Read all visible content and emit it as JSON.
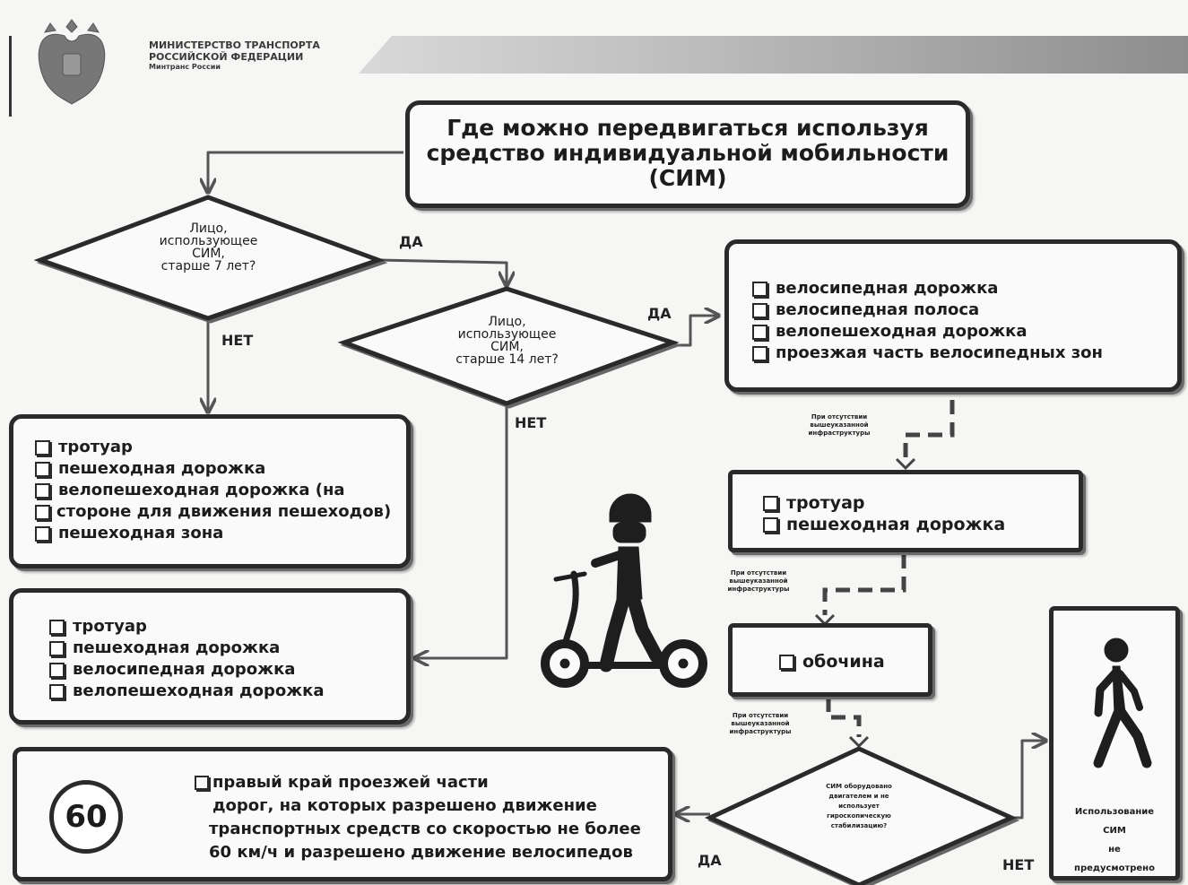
{
  "header": {
    "ministry_line1": "МИНИСТЕРСТВО ТРАНСПОРТА",
    "ministry_line2": "РОССИЙСКОЙ ФЕДЕРАЦИИ",
    "ministry_line3": "Минтранс России"
  },
  "title": {
    "line1": "Где можно передвигаться используя",
    "line2": "средство индивидуальной мобильности",
    "line3": "(СИМ)"
  },
  "decisions": {
    "age7": {
      "l1": "Лицо,",
      "l2": "использующее",
      "l3": "СИМ,",
      "l4": "старше 7 лет?"
    },
    "age14": {
      "l1": "Лицо,",
      "l2": "использующее",
      "l3": "СИМ,",
      "l4": "старше 14 лет?"
    },
    "engine": {
      "l1": "СИМ оборудовано",
      "l2": "двигателем и не",
      "l3": "использует",
      "l4": "гироскопическую",
      "l5": "стабилизацию?"
    }
  },
  "labels": {
    "yes": "ДА",
    "no": "НЕТ",
    "absent_line1": "При отсутствии",
    "absent_line2": "вышеуказанной",
    "absent_line3": "инфраструктуры"
  },
  "boxes": {
    "under7": [
      "тротуар",
      "пешеходная дорожка",
      "велопешеходная дорожка (на",
      "стороне для движения пешеходов)",
      "пешеходная зона"
    ],
    "age7to14": [
      "тротуар",
      "пешеходная дорожка",
      "велосипедная дорожка",
      "велопешеходная дорожка"
    ],
    "over14": [
      "велосипедная дорожка",
      "велосипедная полоса",
      "велопешеходная дорожка",
      "проезжая часть велосипедных зон"
    ],
    "fallback1": [
      "тротуар",
      "пешеходная дорожка"
    ],
    "fallback2": [
      "обочина"
    ],
    "road": {
      "speed": "60",
      "line1": "правый край проезжей части",
      "line2": "дорог, на которых разрешено движение",
      "line3": "транспортных средств со скоростью не более",
      "line4": "60 км/ч и разрешено движение велосипедов"
    },
    "not_allowed": {
      "l1": "Использование",
      "l2": "СИМ",
      "l3": "не",
      "l4": "предусмотрено"
    }
  },
  "icons": [
    "russian-coat-of-arms-icon",
    "scooter-rider-icon",
    "pedestrian-icon"
  ]
}
